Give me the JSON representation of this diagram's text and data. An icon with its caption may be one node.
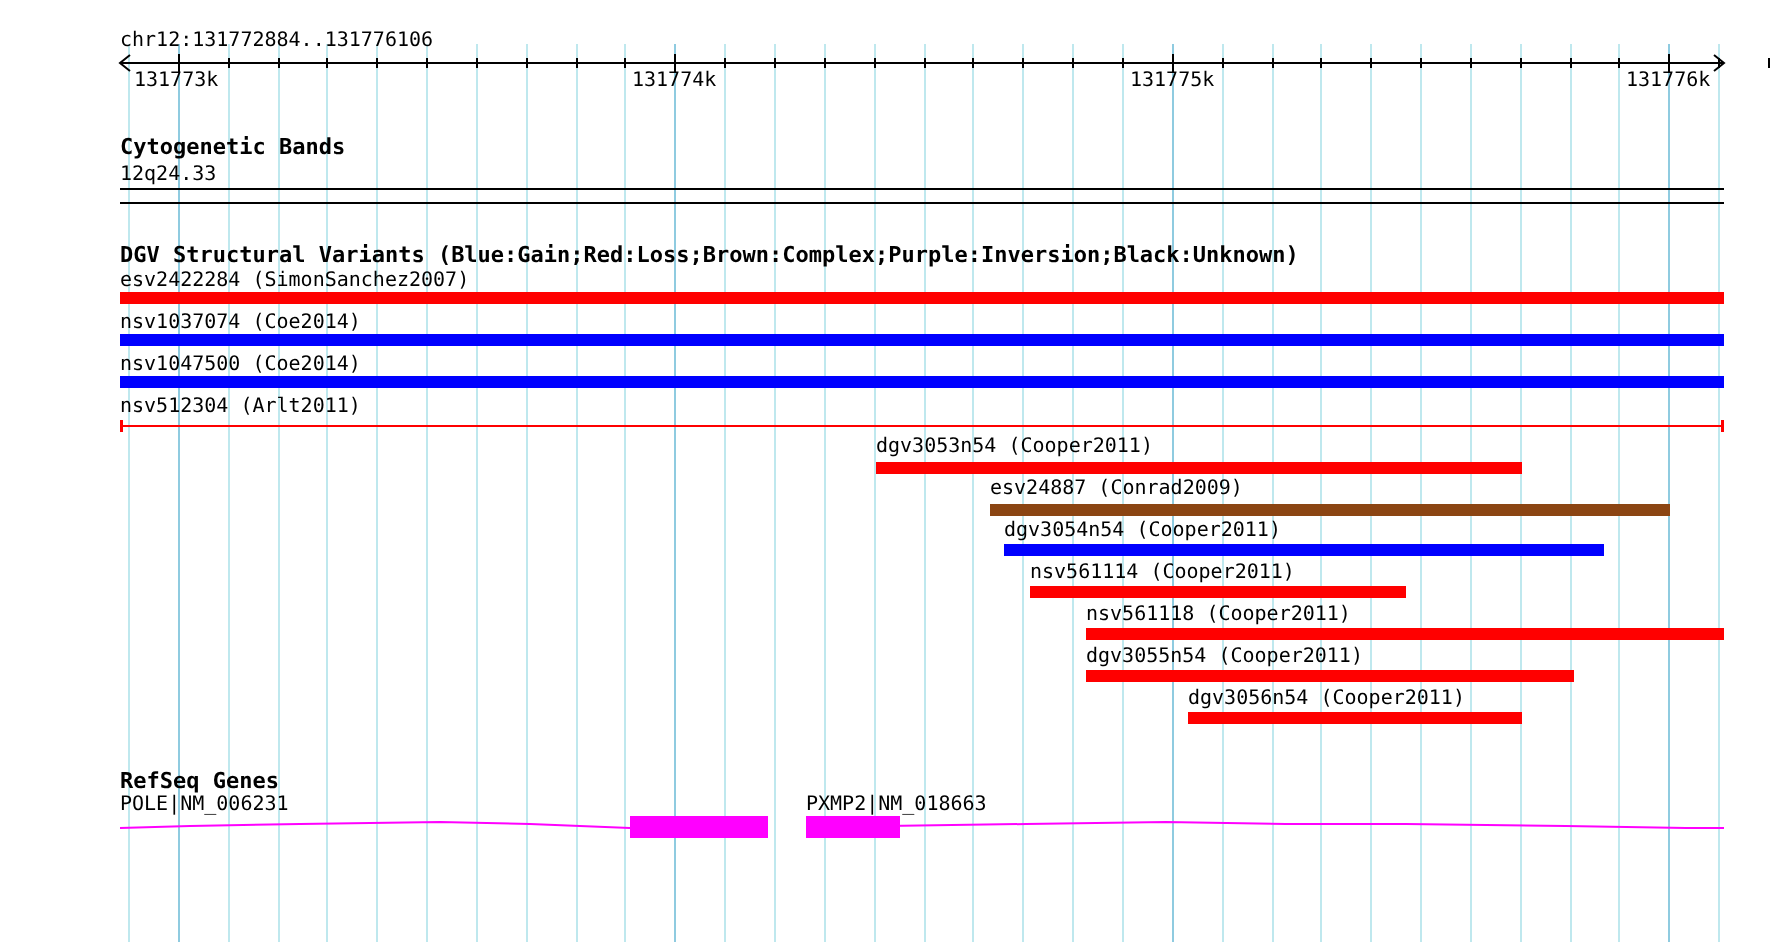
{
  "diagram": {
    "nodes": [
      {
        "text": [
          "esv2422284 (SimonSanchez2007)"
        ]
      },
      {
        "text": [
          "nsv1037074 (Coe2014)"
        ]
      },
      {
        "text": [
          "nsv1047500 (Coe2014)"
        ]
      },
      {
        "text": [
          "nsv512304 (Arlt2011)"
        ]
      },
      {
        "text": [
          "dgv3053n54 (Cooper2011)"
        ]
      },
      {
        "text": [
          "esv24887 (Conrad2009)"
        ]
      },
      {
        "text": [
          "dgv3054n54 (Cooper2011)"
        ]
      },
      {
        "text": [
          "nsv561114 (Cooper2011)"
        ]
      },
      {
        "text": [
          "nsv561118 (Cooper2011)"
        ]
      },
      {
        "text": [
          "dgv3055n54 (Cooper2011)"
        ]
      },
      {
        "text": [
          "dgv3056n54 (Cooper2011)"
        ]
      },
      {
        "text": [
          "POLE|NM_006231"
        ]
      },
      {
        "text": [
          "PXMP2|NM_018663"
        ]
      }
    ],
    "edges": [],
    "labels": [
      "chr12:131772884..131776106",
      "131773k",
      "131774k",
      "131775k",
      "131776k",
      "Cytogenetic Bands",
      "12q24.33",
      "DGV Structural Variants (Blue:Gain;Red:Loss;Brown:Complex;Purple:Inversion;Black:Unknown)",
      "RefSeq Genes"
    ]
  }
}
